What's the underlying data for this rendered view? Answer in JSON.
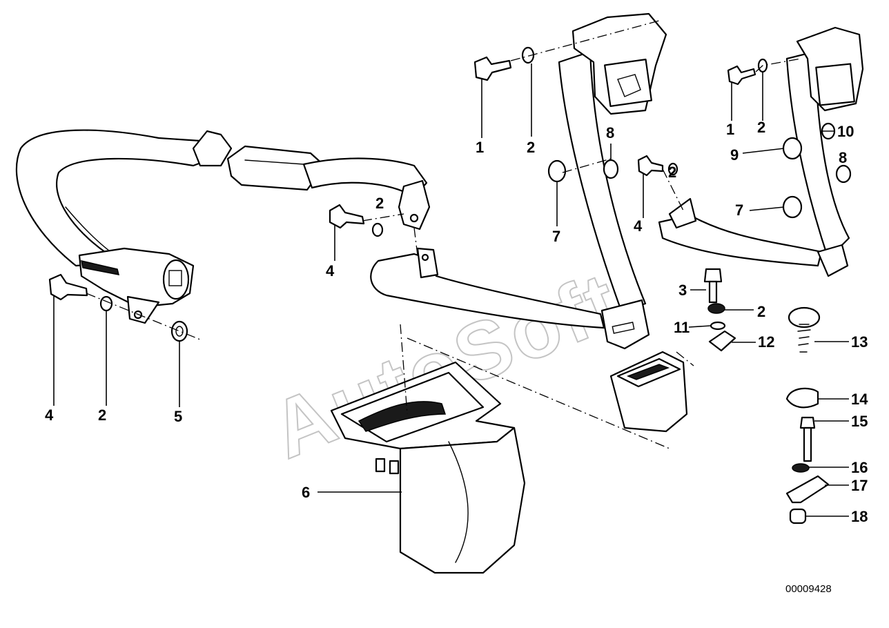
{
  "diagram": {
    "reference_number": "00009428",
    "watermark": "AutoSoft"
  },
  "callouts": [
    {
      "id": "c-1a",
      "text": "1"
    },
    {
      "id": "c-2a",
      "text": "2"
    },
    {
      "id": "c-8a",
      "text": "8"
    },
    {
      "id": "c-1b",
      "text": "1"
    },
    {
      "id": "c-2b",
      "text": "2"
    },
    {
      "id": "c-10",
      "text": "10"
    },
    {
      "id": "c-9",
      "text": "9"
    },
    {
      "id": "c-8b",
      "text": "8"
    },
    {
      "id": "c-2c",
      "text": "2"
    },
    {
      "id": "c-7a",
      "text": "7"
    },
    {
      "id": "c-4a",
      "text": "4"
    },
    {
      "id": "c-7b",
      "text": "7"
    },
    {
      "id": "c-2d",
      "text": "2"
    },
    {
      "id": "c-4b",
      "text": "4"
    },
    {
      "id": "c-3",
      "text": "3"
    },
    {
      "id": "c-2e",
      "text": "2"
    },
    {
      "id": "c-11",
      "text": "11"
    },
    {
      "id": "c-12",
      "text": "12"
    },
    {
      "id": "c-13",
      "text": "13"
    },
    {
      "id": "c-14",
      "text": "14"
    },
    {
      "id": "c-15",
      "text": "15"
    },
    {
      "id": "c-16",
      "text": "16"
    },
    {
      "id": "c-17",
      "text": "17"
    },
    {
      "id": "c-18",
      "text": "18"
    },
    {
      "id": "c-4c",
      "text": "4"
    },
    {
      "id": "c-2f",
      "text": "2"
    },
    {
      "id": "c-5",
      "text": "5"
    },
    {
      "id": "c-6",
      "text": "6"
    }
  ]
}
